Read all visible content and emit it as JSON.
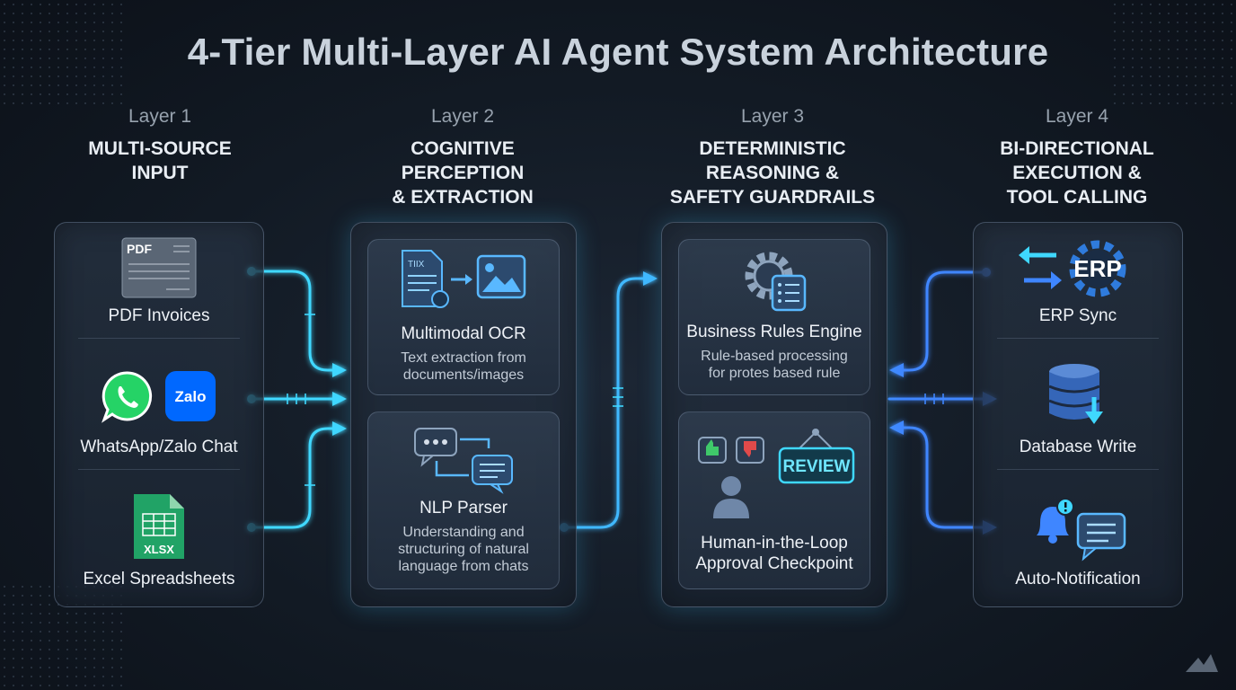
{
  "title": "4-Tier Multi-Layer AI Agent System Architecture",
  "layers": [
    {
      "number": "Layer 1",
      "name": "MULTI-SOURCE\nINPUT",
      "items": [
        {
          "label": "PDF Invoices",
          "icon": "pdf-invoice-icon",
          "icon_text": "PDF"
        },
        {
          "label": "WhatsApp/Zalo Chat",
          "icon": "chat-apps-icon",
          "icon_text": "Zalo"
        },
        {
          "label": "Excel Spreadsheets",
          "icon": "spreadsheet-icon",
          "icon_text": "XLSX"
        }
      ]
    },
    {
      "number": "Layer 2",
      "name": "COGNITIVE\nPERCEPTION\n& EXTRACTION",
      "cards": [
        {
          "title": "Multimodal OCR",
          "desc": "Text extraction from\ndocuments/images",
          "icon": "ocr-icon",
          "icon_text": "TIIX"
        },
        {
          "title": "NLP Parser",
          "desc": "Understanding and\nstructuring of natural\nlanguage from chats",
          "icon": "nlp-parser-icon"
        }
      ]
    },
    {
      "number": "Layer 3",
      "name": "DETERMINISTIC\nREASONING &\nSAFETY GUARDRAILS",
      "cards": [
        {
          "title": "Business Rules Engine",
          "desc": "Rule-based processing\nfor protes based rule",
          "icon": "gear-rules-icon"
        },
        {
          "title": "Human-in-the-Loop\nApproval Checkpoint",
          "desc": "",
          "icon": "review-icon",
          "icon_text": "REVIEW"
        }
      ]
    },
    {
      "number": "Layer 4",
      "name": "BI-DIRECTIONAL\nEXECUTION &\nTOOL CALLING",
      "items": [
        {
          "label": "ERP Sync",
          "icon": "erp-sync-icon",
          "icon_text": "ERP"
        },
        {
          "label": "Database Write",
          "icon": "database-icon"
        },
        {
          "label": "Auto-Notification",
          "icon": "notification-icon"
        }
      ]
    }
  ],
  "colors": {
    "accent_cyan": "#3fd8ff",
    "accent_blue": "#3f86ff",
    "excel_green": "#21a366",
    "whatsapp_green": "#25d366",
    "zalo_blue": "#0068ff"
  }
}
